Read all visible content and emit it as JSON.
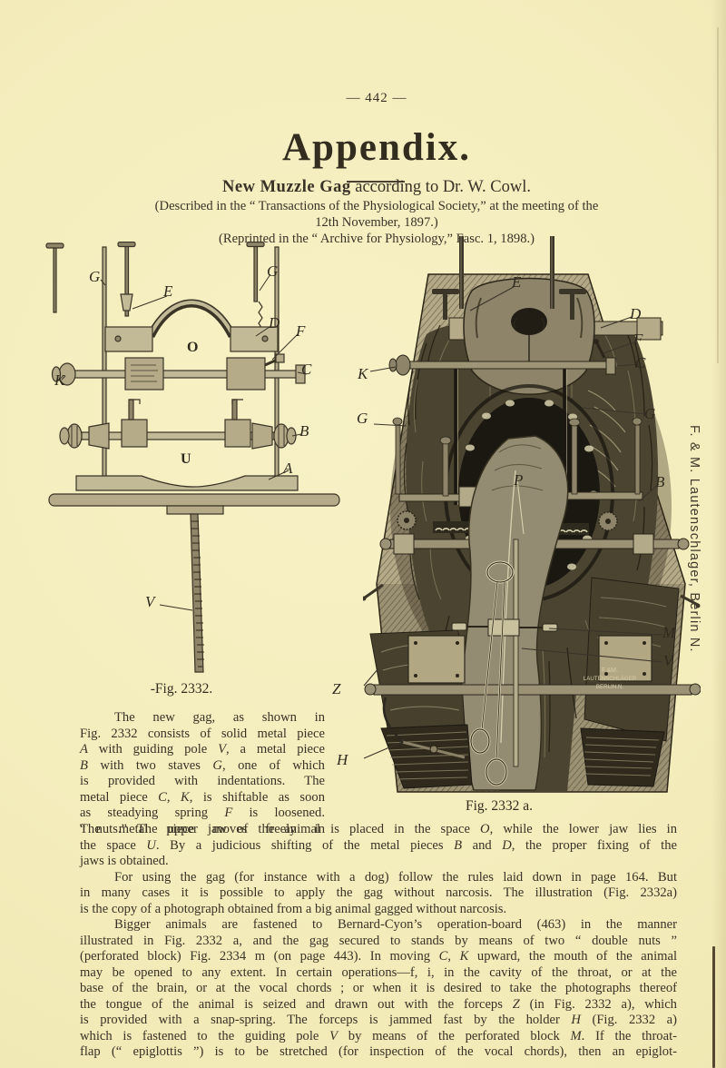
{
  "page": {
    "number": "— 442 —",
    "title": "Appendix.",
    "subtitle_bold": "New Muzzle Gag",
    "subtitle_rest": " according to Dr. W. Cowl.",
    "described_1": "(Described in the “ Transactions of the Physiological Society,” at the meeting of the",
    "described_2": "12th November, 1897.)",
    "reprinted": "(Reprinted in the “ Archive for Physiology,” Fasc. 1, 1898.)"
  },
  "figures": {
    "fig1": {
      "caption": "-Fig. 2332.",
      "labels": [
        "G",
        "E",
        "G",
        "D",
        "F",
        "O",
        "C",
        "K",
        "B",
        "U",
        "A",
        "V"
      ]
    },
    "fig2": {
      "caption": "Fig. 2332 a.",
      "labels": [
        "E",
        "D",
        "F",
        "C",
        "K",
        "G",
        "G",
        "B",
        "P",
        "M",
        "V",
        "Z",
        "H"
      ],
      "maker_line1": "F.&M.",
      "maker_line2": "LAUTENSCHLÄGER",
      "maker_line3": "BERLIN.N."
    }
  },
  "sidebar": {
    "imprint": "F. & M. Lautenschlager, Berlin N."
  },
  "body": {
    "narrow": [
      {
        "h": "The new gag, as shown in",
        "ind": true
      },
      {
        "h": "Fig. 2332 consists of solid metal piece"
      },
      {
        "h": "<i>A</i> with guiding pole <i>V</i>, a metal piece"
      },
      {
        "h": "<i>B</i> with two staves <i>G</i>, one of which"
      },
      {
        "h": "is provided with indentations.  The"
      },
      {
        "h": "metal piece <i>C</i>, <i>K</i>, is shiftable as soon"
      },
      {
        "h": "as steadying spring <i>F</i> is loosened."
      },
      {
        "h": "The metal piece moves freely in"
      }
    ],
    "full": [
      {
        "h": "“ nuts.”  The upper jaw of the animal is placed in the space <i>O</i>, while the lower jaw lies in"
      },
      {
        "h": "the space <i>U</i>.  By a judicious shifting of the metal pieces <i>B</i> and <i>D</i>, the proper fixing of the"
      },
      {
        "h": "jaws is obtained.",
        "align": "l"
      },
      {
        "h": "For using the gag (for instance with a dog) follow the rules laid down in page 164.  But",
        "ind": true
      },
      {
        "h": "in many cases it is possible to apply the gag without narcosis.  The illustration (Fig. 2332a)"
      },
      {
        "h": "is the copy of a photograph obtained from a big animal gagged without narcosis.",
        "align": "l"
      },
      {
        "h": "Bigger animals are fastened to Bernard-Cyon’s operation-board (463) in the manner",
        "ind": true
      },
      {
        "h": "illustrated in Fig. 2332 a, and the gag secured to stands by means of two “ double nuts ”"
      },
      {
        "h": "(perforated block) Fig. 2334 m (on page 443).  In moving <i>C</i>, <i>K</i> upward, the mouth of the animal"
      },
      {
        "h": "may be opened to any extent.  In certain operations—f, i, in the cavity of the throat, or at the"
      },
      {
        "h": "base of the brain, or at the vocal chords ;  or when it is desired to take the photographs thereof"
      },
      {
        "h": "the tongue of the animal is seized and drawn out with the forceps <i>Z</i> (in Fig. 2332 a), which"
      },
      {
        "h": "is provided with a snap-spring.  The forceps is jammed fast by the holder <i>H</i> (Fig. 2332 a)"
      },
      {
        "h": "which is fastened to the guiding pole <i>V</i> by means of the perforated block <i>M</i>.  If the throat-"
      },
      {
        "h": "flap (“ epiglottis ”) is to be stretched (for inspection of the vocal chords), then an epiglot-"
      }
    ]
  },
  "colors": {
    "paper": "#f3ecba",
    "ink": "#393226"
  }
}
